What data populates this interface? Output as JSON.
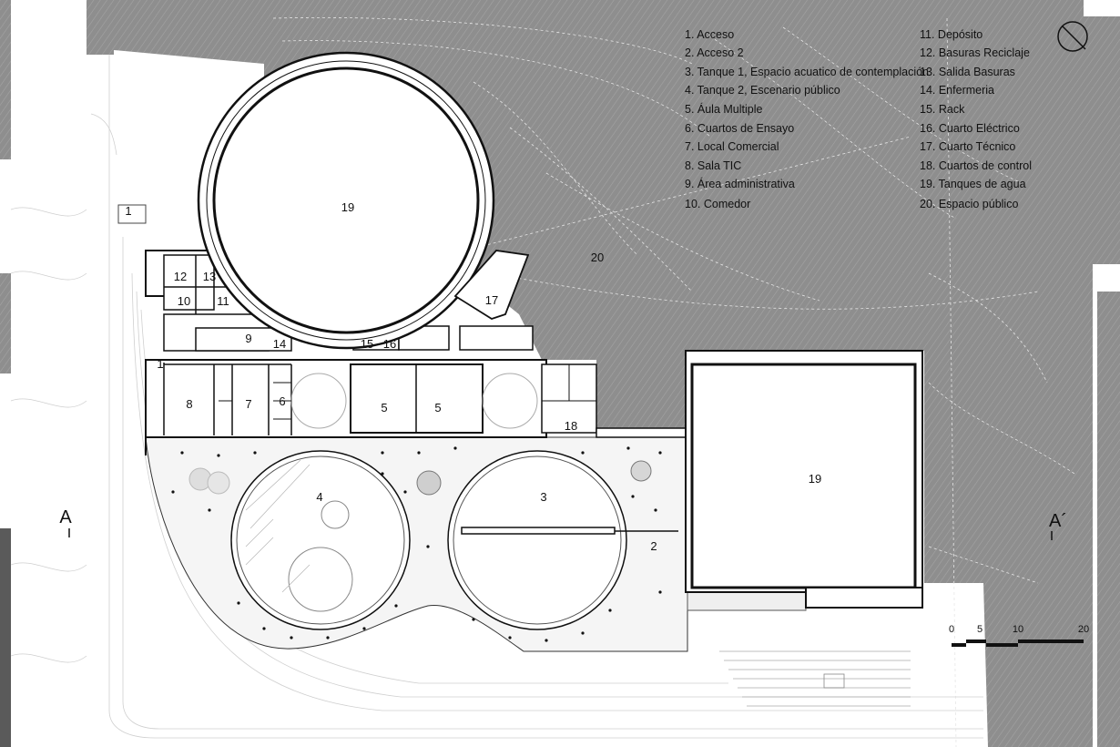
{
  "legend_left": [
    "1. Acceso",
    "2. Acceso 2",
    "3. Tanque 1, Espacio acuatico de contemplación",
    "4. Tanque 2, Escenario público",
    "5. Áula Multiple",
    "6. Cuartos de Ensayo",
    "7. Local Comercial",
    "8. Sala TIC",
    "9. Área administrativa",
    "10. Comedor"
  ],
  "legend_right": [
    "11. Depósito",
    "12. Basuras Reciclaje",
    "13. Salida Basuras",
    "14. Enfermeria",
    "15. Rack",
    "16. Cuarto Eléctrico",
    "17. Cuarto Técnico",
    "18. Cuartos de control",
    "19. Tanques de agua",
    "20. Espacio público"
  ],
  "labels": {
    "tank_round": "19",
    "tank_square": "19",
    "public_space": "20",
    "access_1_top": "1",
    "access_1_mid": "1",
    "access_2": "2",
    "tank_1": "3",
    "tank_2": "4",
    "aula_a": "5",
    "aula_b": "5",
    "ensayo": "6",
    "local": "7",
    "tic": "8",
    "admin": "9",
    "comedor": "10",
    "deposito": "11",
    "basuras": "12",
    "salida": "13",
    "enfermeria": "14",
    "rack": "15",
    "electrico": "16",
    "tecnico": "17",
    "control": "18"
  },
  "section_marks": {
    "left": "A",
    "right": "A´"
  },
  "scale_bar": [
    "0",
    "5",
    "10",
    "20"
  ],
  "colors": {
    "terrain": "#8c8c8c",
    "wall": "#111111",
    "floor": "#ffffff",
    "paving": "#f4f4f4"
  }
}
